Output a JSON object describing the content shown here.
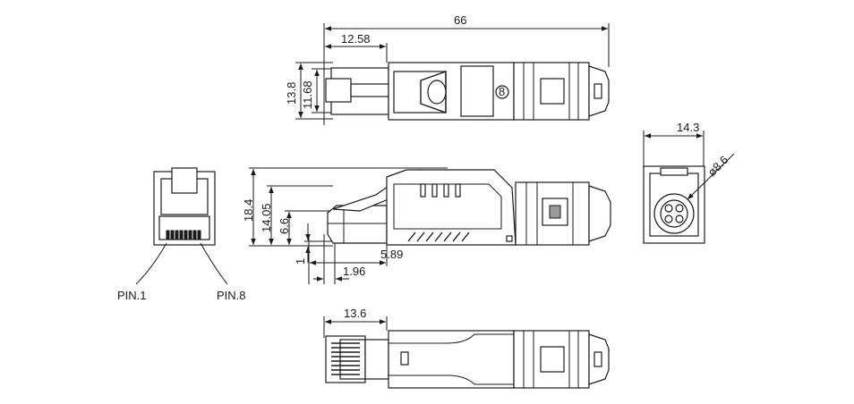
{
  "dimensions": {
    "top_length": "66",
    "top_front": "12.58",
    "top_height_outer": "13.8",
    "top_height_inner": "11.68",
    "side_height_total": "18.4",
    "side_height_body": "14.05",
    "side_height_plug": "6.6",
    "side_offset_small": "1",
    "side_plug_length": "5.89",
    "side_tip": "1.96",
    "bottom_front": "13.6",
    "end_width": "14.3",
    "end_diameter": "ø8.6"
  },
  "labels": {
    "pin1": "PIN.1",
    "pin8": "PIN.8"
  }
}
